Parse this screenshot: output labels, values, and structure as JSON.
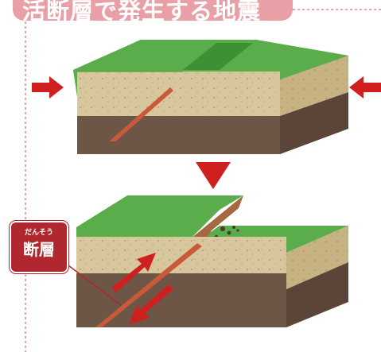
{
  "title": "活断層で発生する地震",
  "fault_label": {
    "ruby": "だんそう",
    "text": "断層"
  },
  "colors": {
    "grass": "#5aad4a",
    "grass_dark": "#3f8f35",
    "soil": "#d8c69c",
    "soil_side": "#c6b283",
    "rock": "#6e5647",
    "rock_side": "#5a4538",
    "arrow": "#cf1f1f",
    "accent_pink": "#e8a0a6",
    "label_red": "#b0282e"
  },
  "icons": [
    "compression-arrow-left",
    "compression-arrow-right",
    "down-arrow",
    "slip-arrow-up",
    "slip-arrow-down"
  ]
}
